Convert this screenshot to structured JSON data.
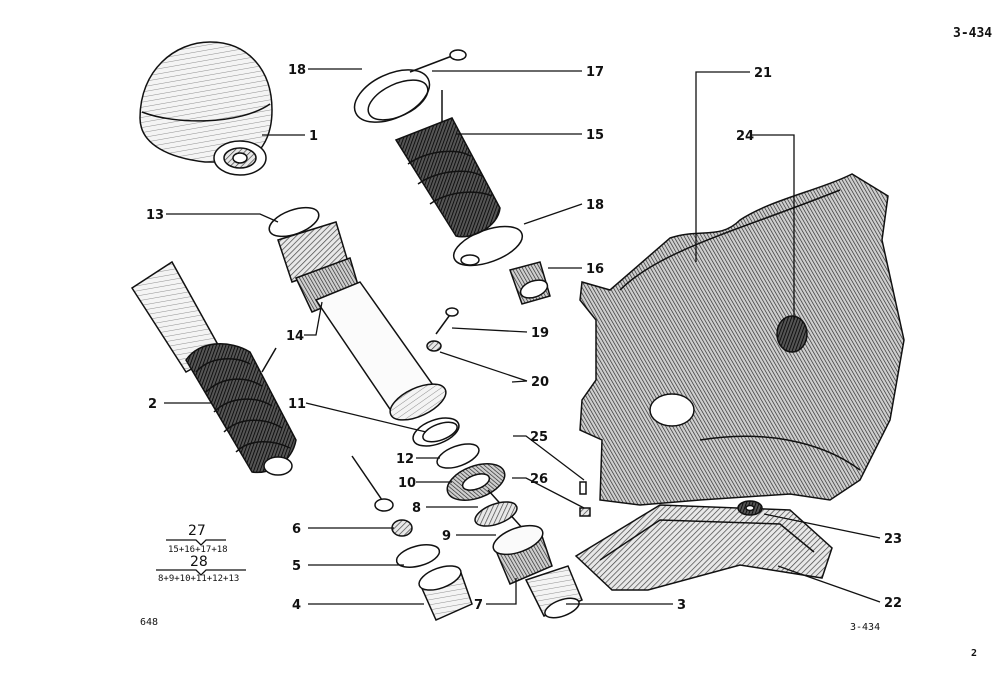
{
  "page": {
    "ref_top": "3-434",
    "ref_bottom": "3-434",
    "code_bottom_left": "648",
    "page_number": "2"
  },
  "callouts": [
    "1",
    "2",
    "3",
    "4",
    "5",
    "6",
    "7",
    "8",
    "9",
    "10",
    "11",
    "12",
    "13",
    "14",
    "15",
    "16",
    "17",
    "18",
    "18",
    "19",
    "20",
    "21",
    "22",
    "23",
    "24",
    "25",
    "26"
  ],
  "legend": {
    "set_a_number": "27",
    "set_a_parts": "15+16+17+18",
    "set_b_number": "28",
    "set_b_parts": "8+9+10+11+12+13"
  }
}
